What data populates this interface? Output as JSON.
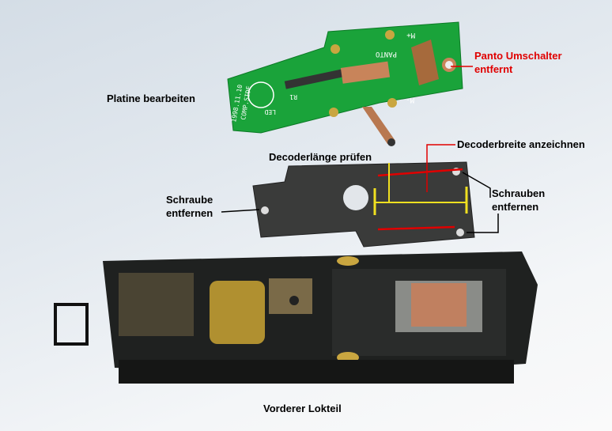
{
  "labels": {
    "panto_line1": "Panto Umschalter",
    "panto_line2": "entfernt",
    "platine": "Platine bearbeiten",
    "decoder_laenge": "Decoderlänge prüfen",
    "decoder_breite": "Decoderbreite anzeichnen",
    "schraube_line1": "Schraube",
    "schraube_line2": "entfernen",
    "schrauben_line1": "Schrauben",
    "schrauben_line2": "entfernen",
    "lokteil": "Vorderer Lokteil"
  },
  "pcb_text": {
    "comp_side": "COMP.SIDE",
    "date": "1998.11.10",
    "panto": "PANTO",
    "m_plus": "M+",
    "m_minus": "M-",
    "led": "LED",
    "r1": "R1"
  },
  "colors": {
    "annotation_red": "#e00000",
    "marker_yellow": "#f0e020",
    "pcb_green": "#1aa33a"
  }
}
